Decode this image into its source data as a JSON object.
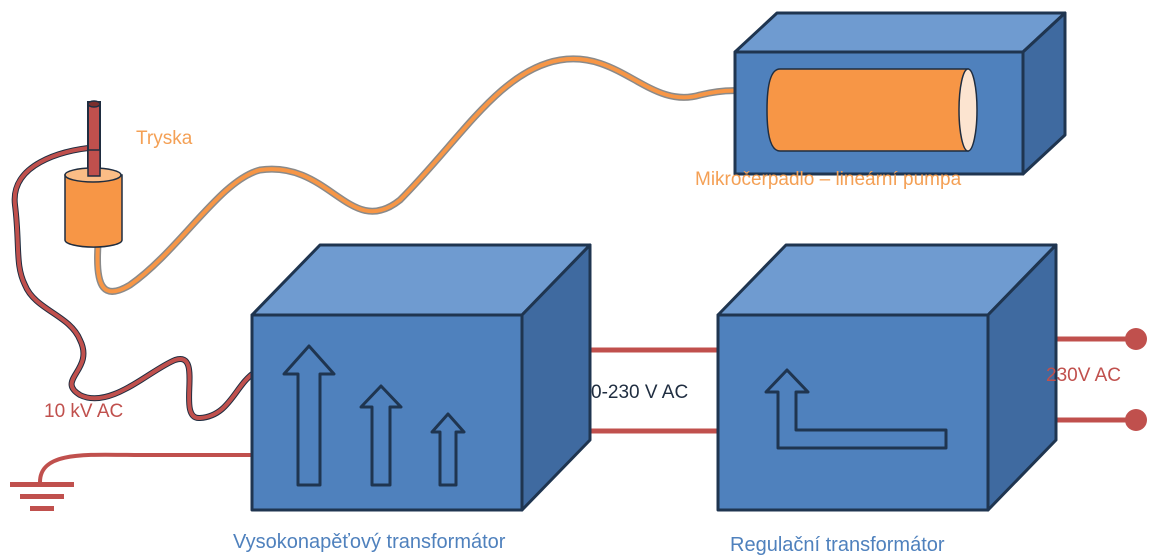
{
  "labels": {
    "nozzle": "Tryska",
    "pump": "Mikročerpadlo – lineární pumpa",
    "hv_output": "10 kV AC",
    "regulated": "0-230 V AC",
    "mains": "230V AC",
    "hv_transformer": "Vysokonapěťový transformátor",
    "reg_transformer": "Regulační transformátor"
  },
  "colors": {
    "box_front": "#4f81bd",
    "box_top": "#6f9bd0",
    "box_side": "#3f6aa0",
    "outline": "#1f3550",
    "wire_red": "#c0504d",
    "tube_orange": "#f79646",
    "ground": "#c0504d"
  },
  "icons": [
    "arrow-up-icon",
    "arrow-up-icon",
    "arrow-up-icon",
    "arrow-up-right-icon",
    "ground-icon",
    "terminal-icon"
  ]
}
